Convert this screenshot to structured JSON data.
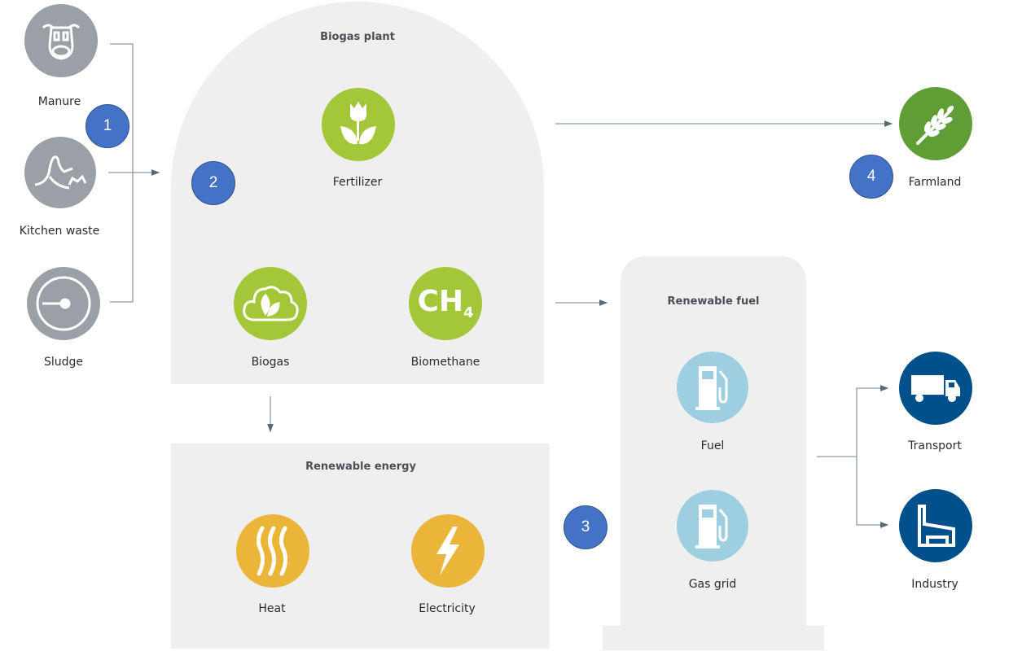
{
  "colors": {
    "green": "#a4c639",
    "dark_green": "#5f9e34",
    "grey_icon": "#9aa0a6",
    "light_blue": "#9dcfe0",
    "navy": "#00508c",
    "amber": "#ebb53a",
    "badge": "#4472c4",
    "panel": "#efefef",
    "line": "#5a6b78"
  },
  "inputs": [
    {
      "label": "Manure",
      "icon": "cow-icon"
    },
    {
      "label": "Kitchen waste",
      "icon": "food-waste-icon"
    },
    {
      "label": "Sludge",
      "icon": "sludge-icon"
    }
  ],
  "biogas_plant": {
    "title": "Biogas plant",
    "fertilizer": "Fertilizer",
    "biogas": "Biogas",
    "biomethane": "Biomethane",
    "ch4_main": "CH",
    "ch4_sub": "4"
  },
  "renewable_energy": {
    "title": "Renewable energy",
    "heat": "Heat",
    "electricity": "Electricity"
  },
  "renewable_fuel": {
    "title": "Renewable fuel",
    "fuel": "Fuel",
    "gas_grid": "Gas grid"
  },
  "outputs": {
    "farmland": "Farmland",
    "transport": "Transport",
    "industry": "Industry"
  },
  "badges": [
    "1",
    "2",
    "3",
    "4"
  ]
}
